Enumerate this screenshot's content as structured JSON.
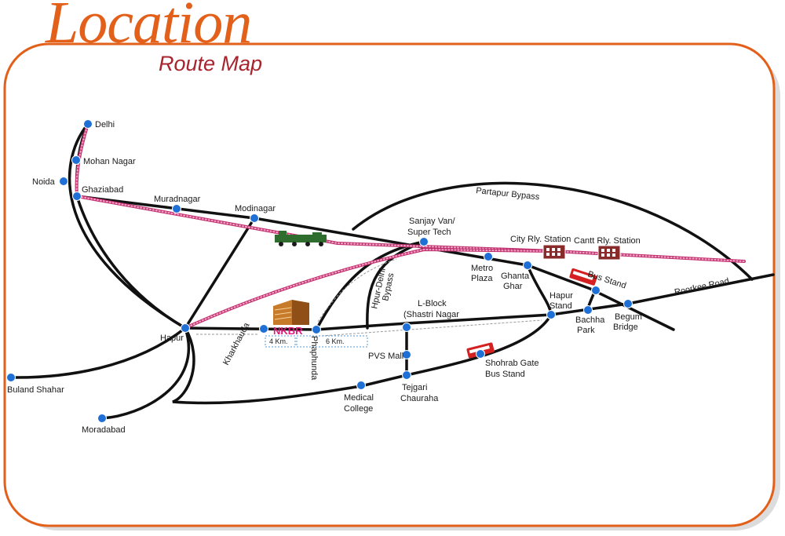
{
  "header": {
    "title": "Location",
    "subtitle": "Route Map"
  },
  "colors": {
    "frame": "#e2601a",
    "road": "#111111",
    "rail": "#c0306e",
    "stop": "#1e6fd6",
    "brand": "#e0187a"
  },
  "places": {
    "delhi": "Delhi",
    "mohan_nagar": "Mohan Nagar",
    "noida": "Noida",
    "ghaziabad": "Ghaziabad",
    "muradnagar": "Muradnagar",
    "modinagar": "Modinagar",
    "partapur_bypass": "Partapur Bypass",
    "sanjay_van_1": "Sanjay Van/",
    "sanjay_van_2": "Super Tech",
    "city_rly_station": "City Rly. Station",
    "cantt_rly_station": "Cantt Rly. Station",
    "metro_plaza_1": "Metro",
    "metro_plaza_2": "Plaza",
    "ghanta_ghar_1": "Ghanta",
    "ghanta_ghar_2": "Ghar",
    "bus_stand": "Bus Stand",
    "roorkee_road": "Roorkee Road",
    "hapur_stand_1": "Hapur",
    "hapur_stand_2": "Stand",
    "bachha_park_1": "Bachha",
    "bachha_park_2": "Park",
    "begum_bridge_1": "Begum",
    "begum_bridge_2": "Bridge",
    "hapur_delhi_bypass_1": "Hpur-Delhi",
    "hapur_delhi_bypass_2": "Bypass",
    "l_block_1": "L-Block",
    "l_block_2": "(Shastri Nagar",
    "hapur": "Hapur",
    "kharkhauda": "Kharkhauda",
    "phaphunda": "Phaphunda",
    "pvs_mall": "PVS Mall",
    "tejgari_1": "Tejgari",
    "tejgari_2": "Chauraha",
    "shohrab_gate_1": "Shohrab Gate",
    "shohrab_gate_2": "Bus Stand",
    "medical_college_1": "Medical",
    "medical_college_2": "College",
    "buland_shahar": "Buland Shahar",
    "moradabad": "Moradabad"
  },
  "distances": {
    "left": "4 Km.",
    "right": "6 Km."
  },
  "landmark": {
    "name": "NKBR"
  },
  "icons": {
    "train": "train-icon",
    "station": "station-building-icon",
    "bus": "bus-icon",
    "building": "building-icon"
  }
}
